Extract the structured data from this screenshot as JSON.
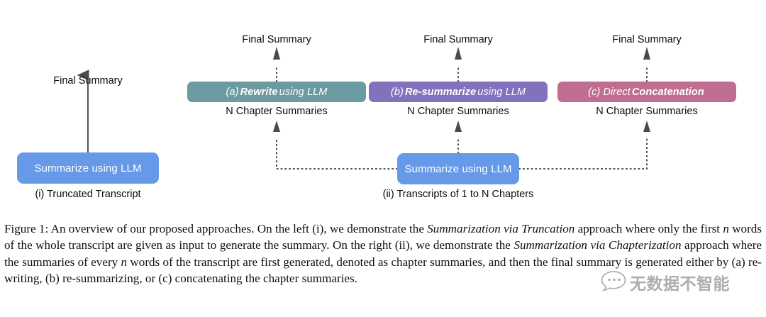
{
  "figure": {
    "background": "#ffffff",
    "colors": {
      "blue": "#6699e8",
      "teal": "#6b9ba1",
      "purple": "#8272bd",
      "rose": "#bf6e91",
      "arrow": "#4a4a4a",
      "text": "#0b0b0b"
    }
  },
  "diagram": {
    "left_branch": {
      "id": "(i)",
      "final_summary_label": "Final Summary",
      "process_box": "Summarize using LLM",
      "input_label": "(i) Truncated Transcript",
      "arrow_style": "solid"
    },
    "right_branch": {
      "id": "(ii)",
      "process_box": "Summarize using LLM",
      "input_label": "(ii) Transcripts of 1 to N Chapters",
      "arrow_style": "dotted",
      "intermediate_label": "N Chapter Summaries",
      "final_summary_label": "Final Summary",
      "variants": [
        {
          "key": "a",
          "marker": "(a)",
          "emphasis": "Rewrite",
          "suffix": "using LLM",
          "full_label": "(a) Rewrite using LLM",
          "color": "#6b9ba1",
          "color_name": "teal",
          "intermediate_label": "N Chapter Summaries",
          "final_summary_label": "Final Summary"
        },
        {
          "key": "b",
          "marker": "(b)",
          "emphasis": "Re-summarize",
          "suffix": "using LLM",
          "full_label": "(b) Re-summarize using LLM",
          "color": "#8272bd",
          "color_name": "purple",
          "intermediate_label": "N Chapter Summaries",
          "final_summary_label": "Final Summary"
        },
        {
          "key": "c",
          "marker": "(c)",
          "prefix": "Direct",
          "emphasis": "Concatenation",
          "suffix": "",
          "full_label": "(c) Direct Concatenation",
          "color": "#bf6e91",
          "color_name": "rose",
          "intermediate_label": "N Chapter Summaries",
          "final_summary_label": "Final Summary"
        }
      ]
    }
  },
  "caption": {
    "label": "Figure 1:",
    "line1_a": " An overview of our proposed approaches. On the left (i), we demonstrate the ",
    "italic1": "Summarization via Truncation",
    "line1_b": " approach where only the first ",
    "math_n1": "n",
    "line2": " words of the whole transcript are given as input to generate the summary. On the right (ii), we demonstrate the ",
    "italic2": "Summarization via Chapterization",
    "line3": " approach where the summaries of every ",
    "math_n2": "n",
    "line4": " words of the transcript are first generated, denoted as chapter summaries, and then the final summary is generated either by (a) re-writing, (b) re-summarizing, or (c) concatenating the chapter summaries.",
    "full_text": "Figure 1: An overview of our proposed approaches. On the left (i), we demonstrate the Summarization via Truncation approach where only the first n words of the whole transcript are given as input to generate the summary. On the right (ii), we demonstrate the Summarization via Chapterization approach where the summaries of every n words of the transcript are first generated, denoted as chapter summaries, and then the final summary is generated either by (a) re-writing, (b) re-summarizing, or (c) concatenating the chapter summaries."
  },
  "watermark": {
    "text": "无数据不智能",
    "icon": "chat-bubble-icon",
    "color": "#7b7b80"
  }
}
